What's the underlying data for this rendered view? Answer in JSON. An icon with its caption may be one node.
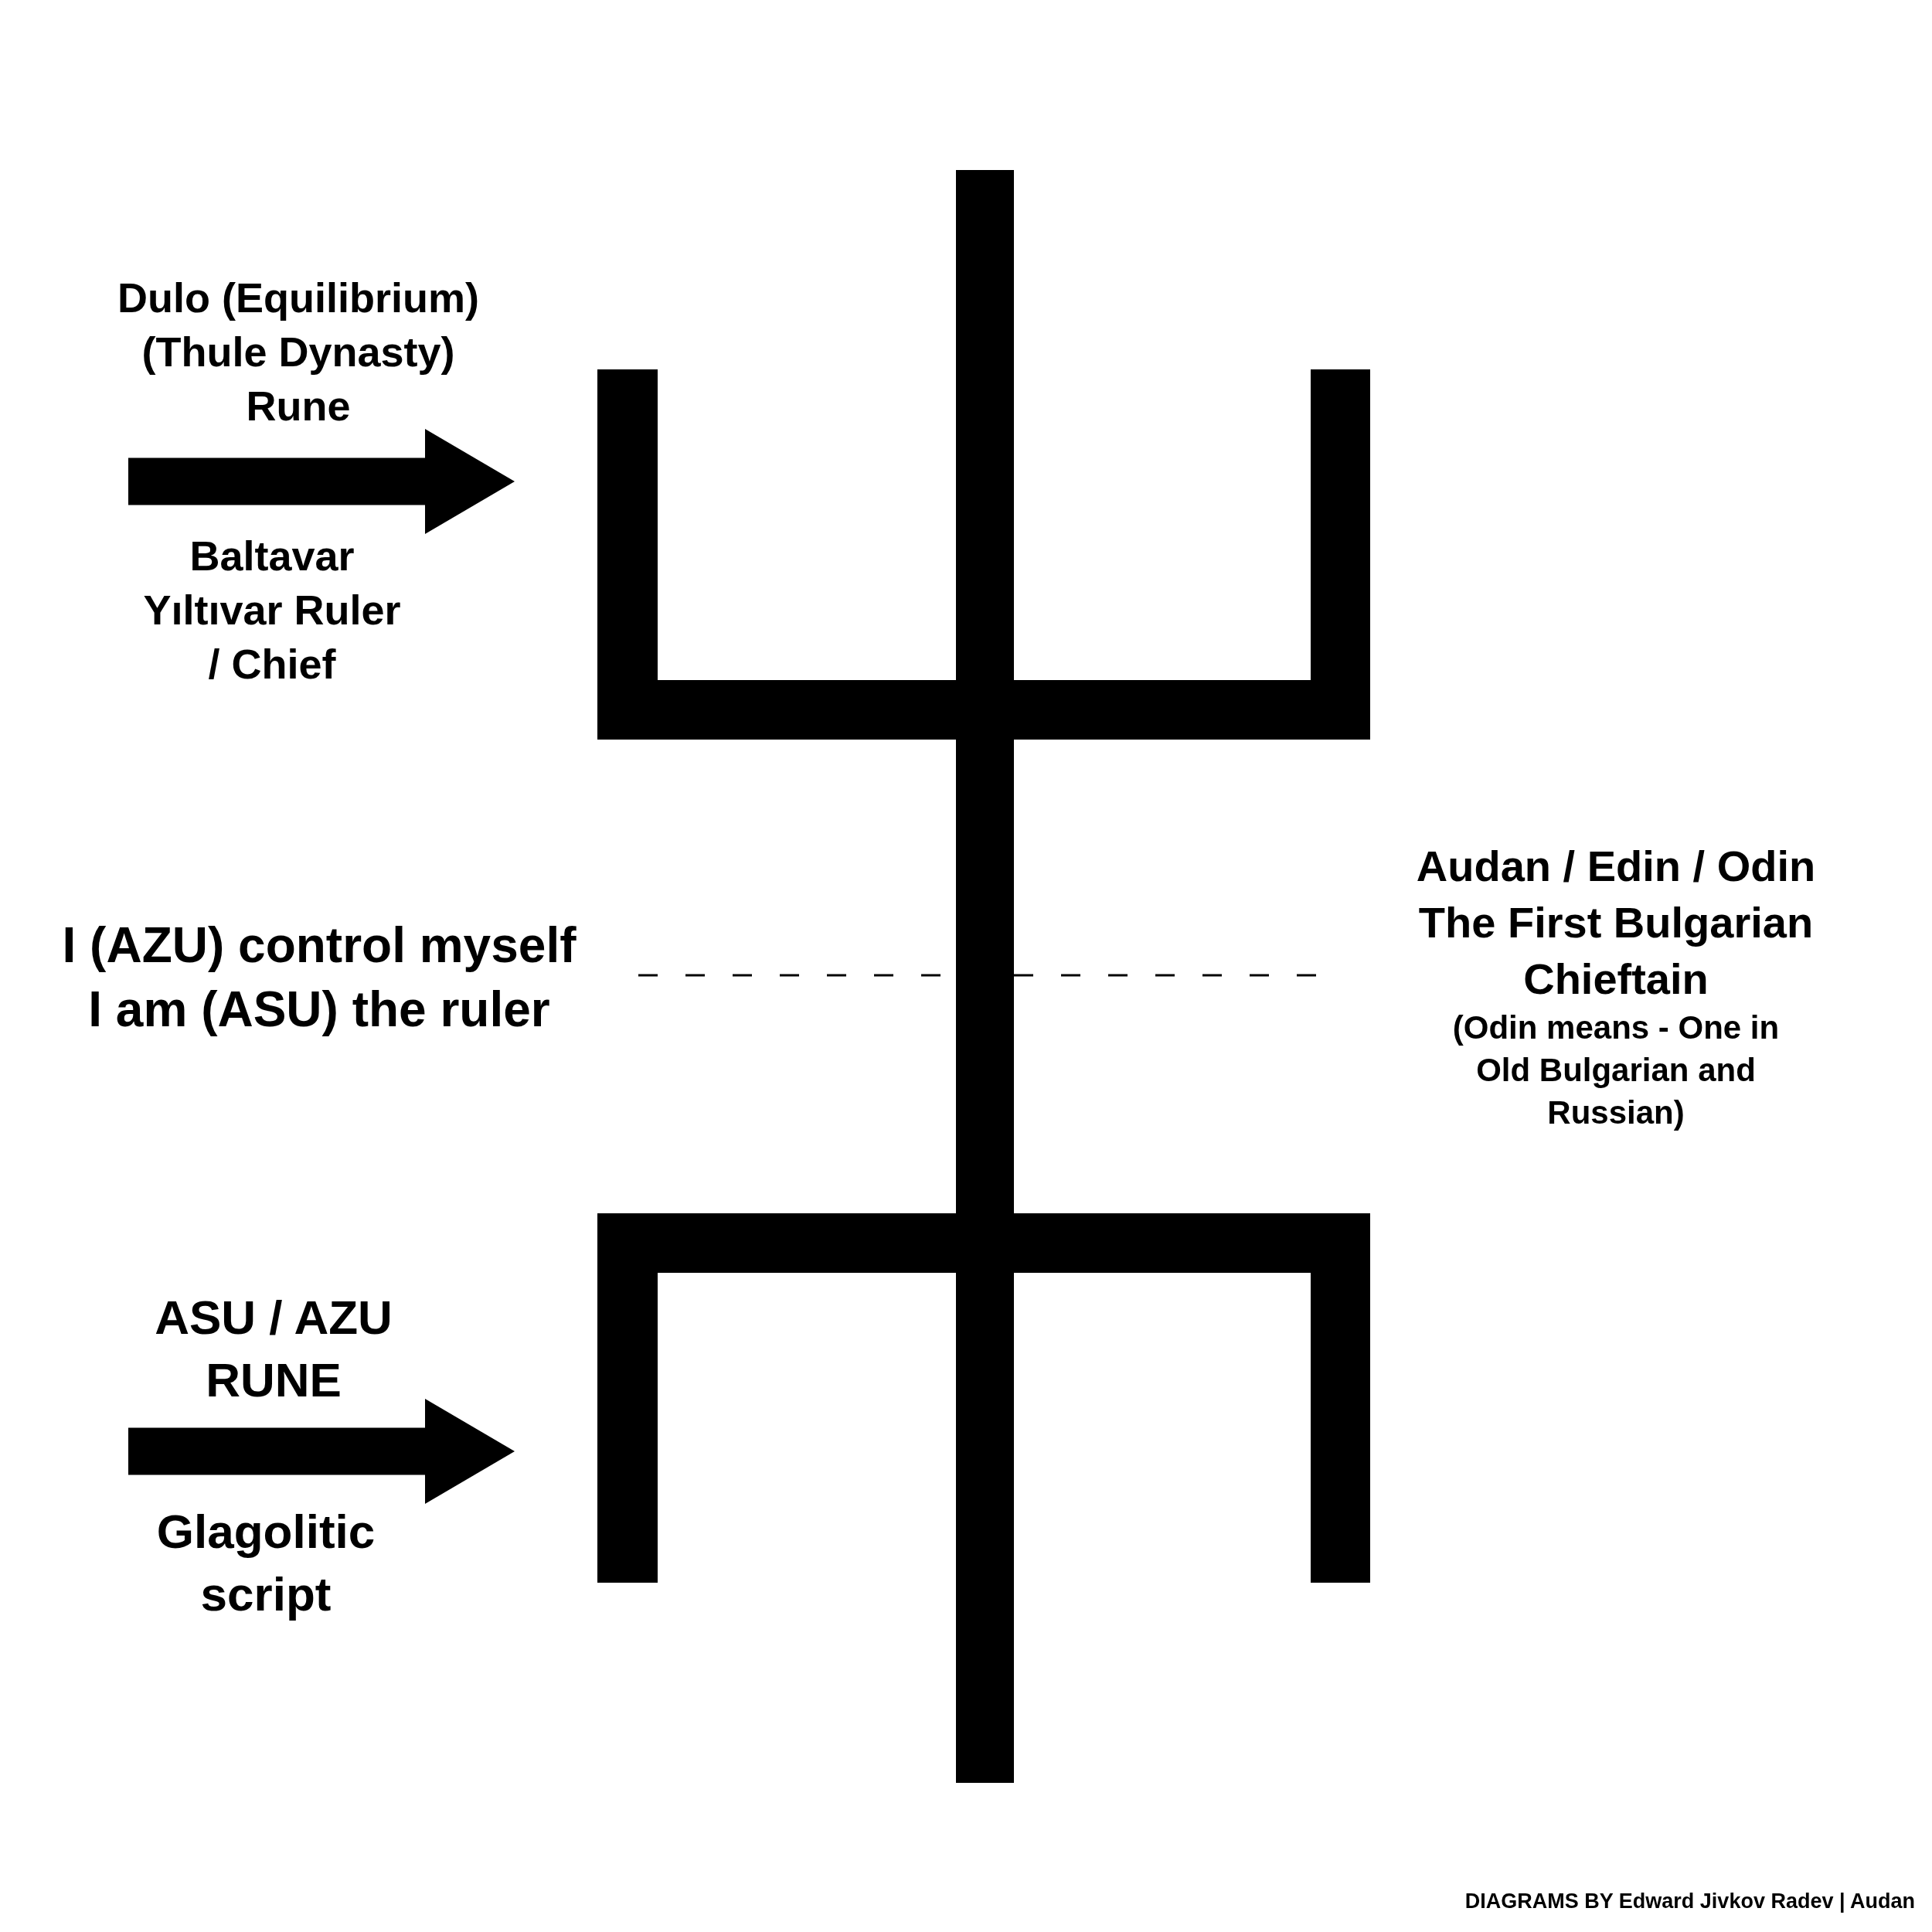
{
  "diagram": {
    "caption": "DIAGRAMS BY Edward Jivkov Radev | Audan",
    "nodes": [
      {
        "text": [],
        "shape": "picture"
      },
      {
        "text": [],
        "shape": "picture"
      },
      {
        "text": [
          "I (AZU) control myself I am (ASU) the ruler"
        ]
      },
      {
        "text": [
          "Audan / Edin / Odin The First Bulgarian Chieftain",
          "(Odin means - One in Old Bulgarian and Russian)"
        ]
      },
      {
        "text": [],
        "shape": "bar"
      }
    ],
    "edges": [
      {
        "from": null,
        "to": 0,
        "arrow": "to",
        "style": "thick"
      },
      {
        "from": null,
        "to": 1,
        "arrow": "to",
        "style": "thick"
      },
      {
        "from": 2,
        "to": 4,
        "arrow": "none",
        "style": "dashed"
      },
      {
        "from": 4,
        "to": 3,
        "arrow": "none",
        "style": "dashed"
      }
    ],
    "labels": [
      "Dulo (Equilibrium) (Thule Dynasty) Rune",
      "Baltavar Yıltıvar Ruler / Chief",
      "ASU / AZU RUNE",
      "Glagolitic script"
    ]
  }
}
